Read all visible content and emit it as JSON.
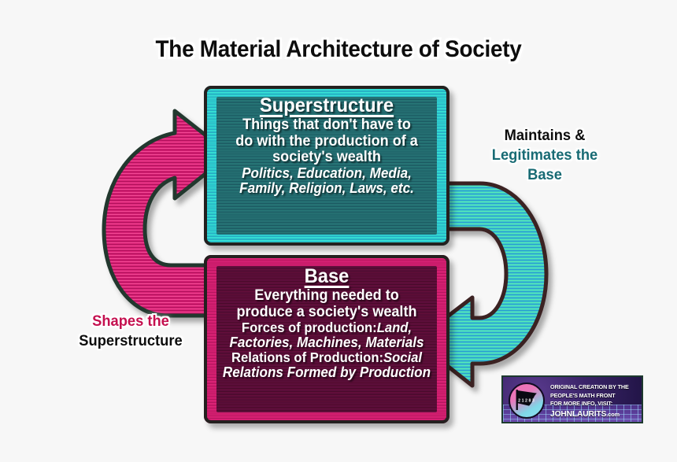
{
  "title": "The Material Architecture of Society",
  "background_color": "#f7f7f7",
  "boxes": {
    "superstructure": {
      "heading": "Superstructure",
      "border_color": "#23b6c9",
      "fill_color": "#1d5f66",
      "lines": [
        "Things  that don't have to",
        "do with the production of a",
        "society's wealth"
      ],
      "examples": [
        "Politics, Education, Media,",
        "Family, Religion, Laws, etc."
      ]
    },
    "base": {
      "heading": "Base",
      "border_color": "#c01765",
      "fill_color": "#4d0b30",
      "lines": [
        "Everything needed to",
        "produce a society's wealth"
      ],
      "detail_rows": [
        {
          "label": "Forces of production:",
          "value": "Land,"
        },
        {
          "label": "",
          "value": "Factories, Machines, Materials"
        },
        {
          "label": "Relations of Production:",
          "value": "Social"
        },
        {
          "label": "",
          "value": "Relations Formed by Production"
        }
      ]
    }
  },
  "arrows": {
    "shapes_arrow": {
      "name": "pink-upward-curved-arrow",
      "color": "#d61f72",
      "outline_color": "#24382f",
      "direction": "from-base-to-superstructure",
      "points_to": "Superstructure"
    },
    "maintains_arrow": {
      "name": "teal-downward-curved-arrow",
      "color": "#3fd1c4",
      "outline_color": "#3a2023",
      "direction": "from-superstructure-to-base",
      "points_to": "Base"
    }
  },
  "labels": {
    "maintains": {
      "line1": "Maintains &",
      "line1_color": "#0d0d0d",
      "line2": "Legitimates the",
      "line3": "Base",
      "accent_color": "#186b74"
    },
    "shapes": {
      "line1": "Shapes the",
      "line1_color": "#c4104f",
      "line2": "Superstructure",
      "line2_color": "#0d0d0d"
    }
  },
  "watermark": {
    "emblem_name": "black-flag-emblem",
    "lines": [
      "ORIGINAL CREATION BY THE",
      "PEOPLE'S MATH FRONT",
      "FOR MORE INFO, VISIT:"
    ],
    "site": "JOHNLAURITS",
    "site_suffix": ".com"
  }
}
